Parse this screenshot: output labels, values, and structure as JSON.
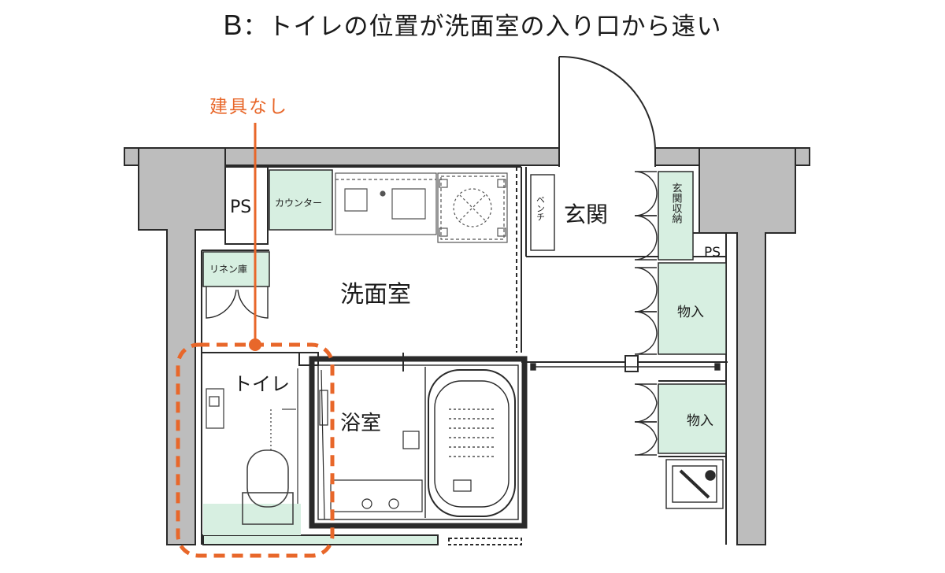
{
  "title": {
    "letter": "B",
    "separator": "：",
    "text": "トイレの位置が洗面室の入り口から遠い"
  },
  "callout": {
    "label": "建具なし"
  },
  "rooms": {
    "ps_left": "PS",
    "counter": "カウンター",
    "linen": "リネン庫",
    "washroom": "洗面室",
    "toilet": "トイレ",
    "bath": "浴室",
    "bench": "ベンチ",
    "entrance": "玄関",
    "entrance_storage": "玄関収納",
    "ps_right": "PS",
    "closet_upper": "物入",
    "closet_lower": "物入"
  },
  "colors": {
    "accent": "#e8672a",
    "wall_fill": "#bdbdbd",
    "fixture_fill": "#d7efe1",
    "line": "#2a2a2a"
  }
}
